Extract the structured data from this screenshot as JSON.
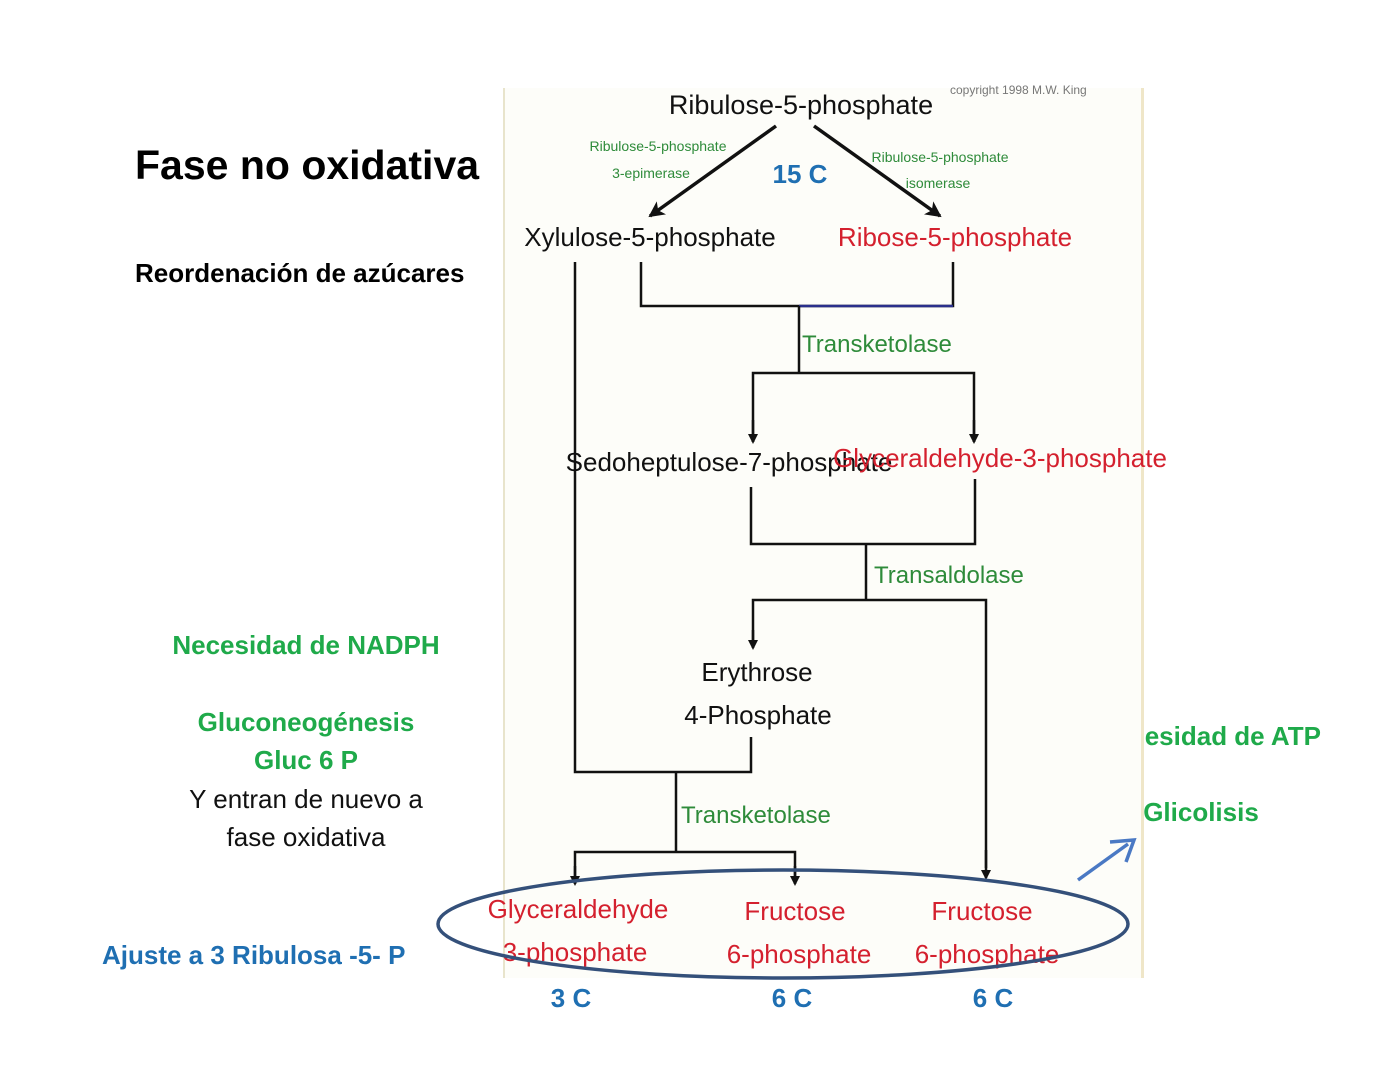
{
  "slide": {
    "title": "Fase no oxidativa",
    "subtitle": "Reordenación de azúcares",
    "left_notes": {
      "nadph": "Necesidad de NADPH",
      "gluconeo": "Gluconeogénesis",
      "gluc6p": "Gluc 6 P",
      "reenter_line1": "Y entran de nuevo a",
      "reenter_line2": "fase oxidativa"
    },
    "adjust": "Ajuste a 3 Ribulosa -5- P",
    "right_notes": {
      "atp": "Necesidad de ATP",
      "glycolysis": "Glicolisis"
    },
    "carbon_counts": {
      "top": "15 C",
      "bottom_1": "3 C",
      "bottom_2": "6 C",
      "bottom_3": "6 C"
    }
  },
  "pathway": {
    "copyright": "copyright 1998 M.W. King",
    "ribulose": "Ribulose-5-phosphate",
    "epimerase_1": "Ribulose-5-phosphate",
    "epimerase_2": "3-epimerase",
    "isomerase_1": "Ribulose-5-phosphate",
    "isomerase_2": "isomerase",
    "xylulose": "Xylulose-5-phosphate",
    "ribose": "Ribose-5-phosphate",
    "transketolase_1": "Transketolase",
    "sedoheptulose": "Sedoheptulose-7-phosphate",
    "glyceraldehyde": "Glyceraldehyde-3-phosphate",
    "transaldolase": "Transaldolase",
    "erythrose_1": "Erythrose",
    "erythrose_2": "4-Phosphate",
    "transketolase_2": "Transketolase",
    "prod_g3p_1": "Glyceraldehyde",
    "prod_g3p_2": "3-phosphate",
    "prod_f6p_a_1": "Fructose",
    "prod_f6p_a_2": "6-phosphate",
    "prod_f6p_b_1": "Fructose",
    "prod_f6p_b_2": "6-phosphate"
  },
  "colors": {
    "enzyme": "#2e8b3a",
    "metabolite_red": "#d4202e",
    "accent_blue": "#1f6fb2",
    "note_green": "#1faa4a",
    "ellipse": "#34507a"
  }
}
